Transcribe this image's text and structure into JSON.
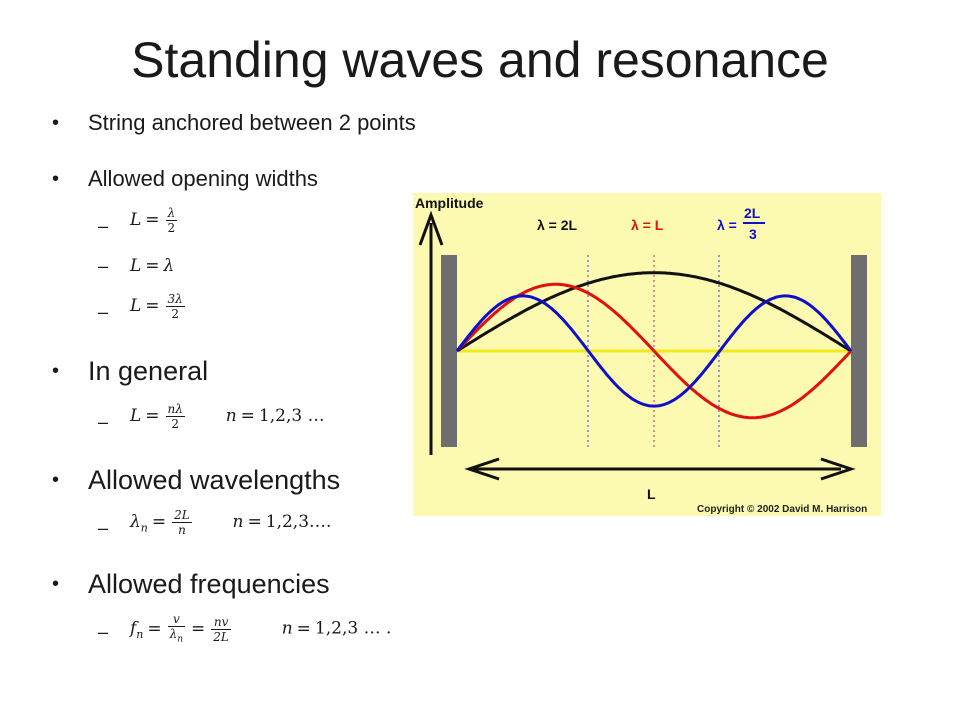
{
  "slide": {
    "title": "Standing waves and resonance",
    "bullets": [
      {
        "text": "String anchored between 2 points"
      },
      {
        "text": "Allowed opening widths"
      },
      {
        "text": "In general"
      },
      {
        "text": "Allowed wavelengths"
      },
      {
        "text": "Allowed frequencies"
      }
    ],
    "dash": "–",
    "formulas": {
      "w1": {
        "lhs": "L",
        "eq": "=",
        "num": "λ",
        "den": "2"
      },
      "w2": {
        "lhs": "L",
        "eq": "=",
        "rhs": "λ"
      },
      "w3": {
        "lhs": "L",
        "eq": "=",
        "num": "3λ",
        "den": "2"
      },
      "general": {
        "lhs": "L",
        "eq": "=",
        "num": "nλ",
        "den": "2",
        "n": "n",
        "neq": "=",
        "nvals": "1,2,3 …"
      },
      "wavelength": {
        "lhs": "λ",
        "sub": "n",
        "eq": "=",
        "num": "2L",
        "den": "n",
        "n": "n",
        "neq": "=",
        "nvals": "1,2,3…."
      },
      "frequency": {
        "lhs": "f",
        "sub": "n",
        "eq1": "=",
        "num1": "v",
        "den1": "λ",
        "den1sub": "n",
        "eq2": "=",
        "num2": "nv",
        "den2": "2L",
        "n": "n",
        "neq": "=",
        "nvals": "1,2,3 … ."
      }
    }
  },
  "figure": {
    "ylabel": "Amplitude",
    "xlabel": "L",
    "copyright": "Copyright © 2002 David M. Harrison",
    "legend": [
      {
        "label": "λ = 2L",
        "color": "#111111"
      },
      {
        "label": "λ = L",
        "color": "#e01010"
      },
      {
        "label": "λ =",
        "frac_num": "2L",
        "frac_den": "3",
        "color": "#1010cc"
      }
    ],
    "colors": {
      "background": "#fcfab0",
      "string": "#f0e81a",
      "wave1": "#111111",
      "wave2": "#e01010",
      "wave3": "#1010cc",
      "post": "#6e6e6e"
    }
  }
}
